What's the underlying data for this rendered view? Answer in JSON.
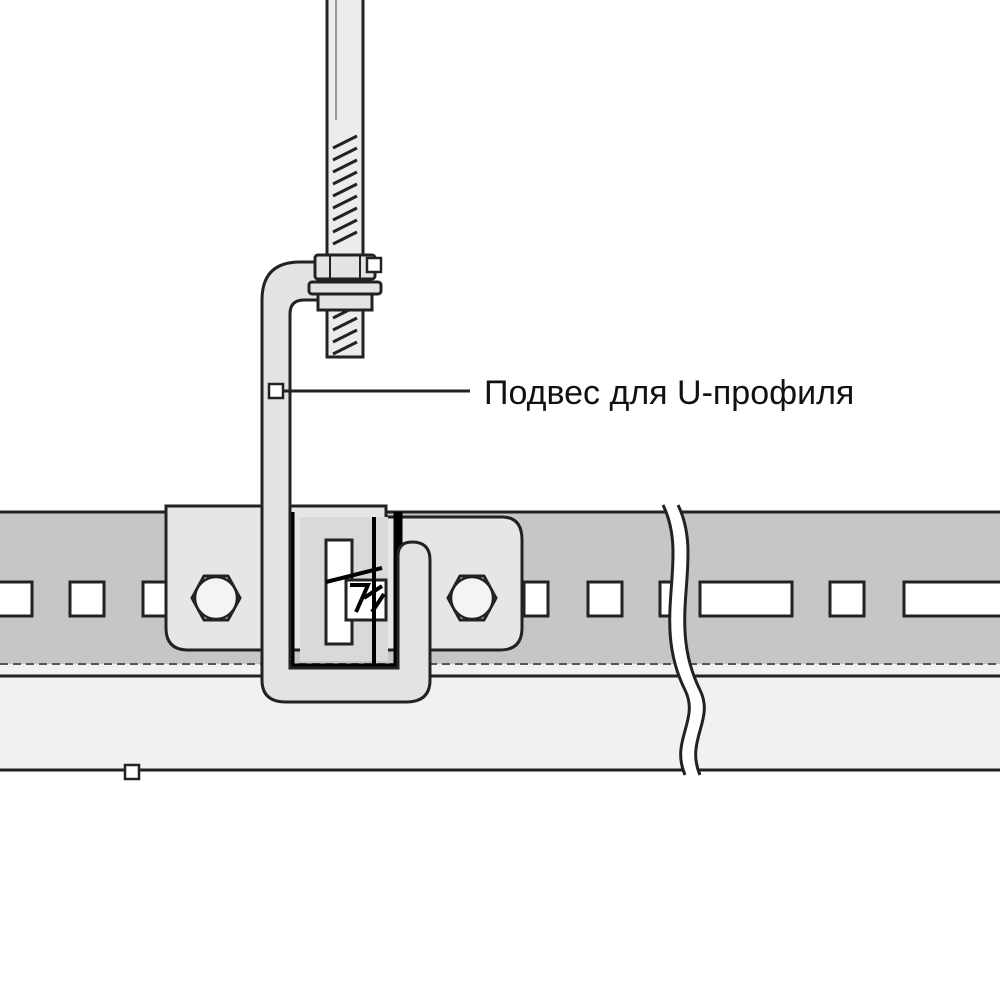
{
  "diagram": {
    "callout": {
      "label": "Подвес для U-профиля"
    },
    "colors": {
      "line": "#222222",
      "steel_fill": "#e3e3e3",
      "rail_fill": "#c6c6c6",
      "rail_lower_fill": "#f1f1f1",
      "slot_fill": "#ffffff",
      "bracket_fill": "#e6e6e6",
      "dark_fill": "#000000"
    },
    "parts": {
      "threaded_rod": "threaded-rod",
      "nut": "hex-nut",
      "hanger": "u-profile-hanger",
      "rail": "u-profile-rail",
      "clamp_plate": "clamp-plate",
      "bolts": [
        "left-hex-bolt",
        "right-hex-bolt"
      ]
    }
  }
}
